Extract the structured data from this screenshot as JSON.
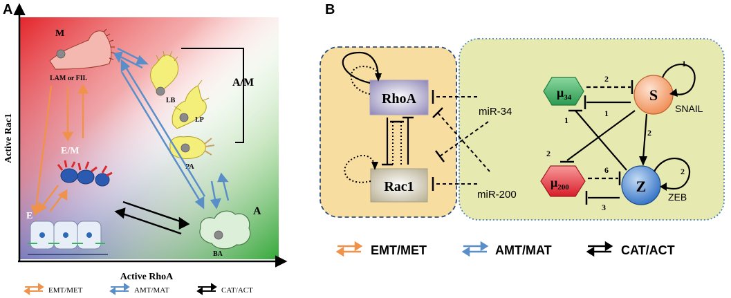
{
  "panel_a": {
    "letter": "A",
    "x_axis_label": "Active RhoA",
    "y_axis_label": "Active Rac1",
    "states": {
      "m": "M",
      "m_sub": "LAM or FIL",
      "am": "A/M",
      "em": "E/M",
      "e": "E",
      "a": "A",
      "ba": "BA",
      "lb": "LB",
      "lp": "LP",
      "pa": "PA"
    },
    "legend": {
      "emt": "EMT/MET",
      "amt": "AMT/MAT",
      "cat": "CAT/ACT"
    }
  },
  "panel_b": {
    "letter": "B",
    "nodes": {
      "rhoa": "RhoA",
      "rac1": "Rac1",
      "mu34": "μ",
      "mu34_sub": "34",
      "mu200": "μ",
      "mu200_sub": "200",
      "s": "S",
      "z": "Z"
    },
    "labels": {
      "mir34": "miR-34",
      "mir200": "miR-200",
      "snail": "SNAIL",
      "zeb": "ZEB"
    },
    "edge_numbers": {
      "s_self": "1",
      "z_self": "2",
      "s_to_mu34": "2",
      "mu34_to_s": "1",
      "s_to_z": "2",
      "s_to_mu200": "2",
      "z_to_mu34": "1",
      "z_to_mu200": "6",
      "mu200_to_z": "3"
    },
    "legend": {
      "emt": "EMT/MET",
      "amt": "AMT/MAT",
      "cat": "CAT/ACT"
    }
  },
  "colors": {
    "emt": "#f0924a",
    "amt": "#5a8ec8",
    "cat": "#000000",
    "rhoa_rac1_box": "#f7dda0",
    "mir_box": "#e6eab0",
    "mu34_fill": "#3fae62",
    "mu200_fill": "#e8323c",
    "s_fill": "#f4a070",
    "z_fill": "#3d7ed0"
  }
}
